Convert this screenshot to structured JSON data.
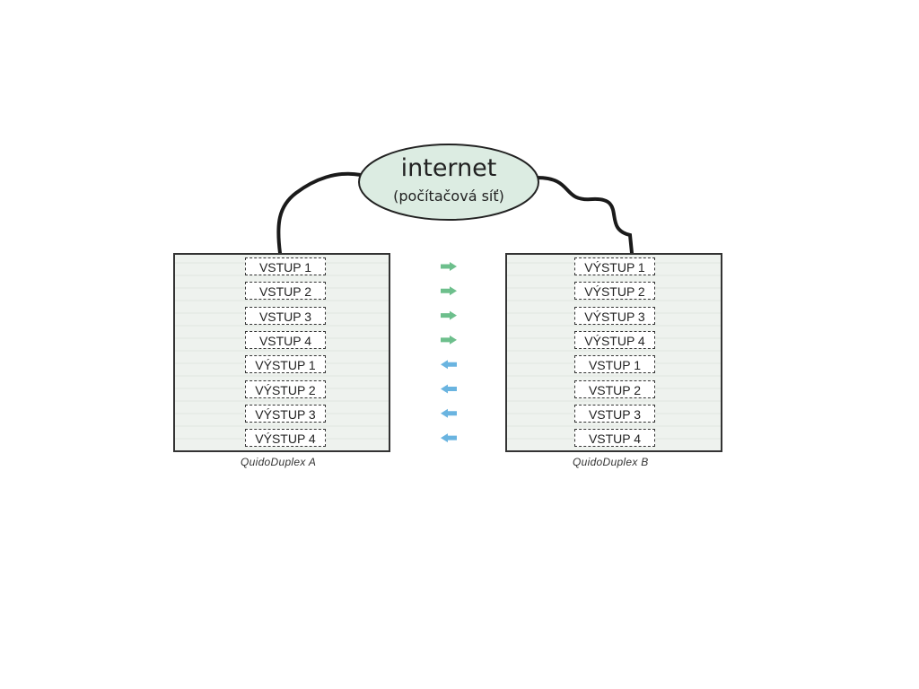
{
  "cloud": {
    "title": "internet",
    "subtitle": "(počítačová síť)"
  },
  "board_a": {
    "name": "QuidoDuplex A",
    "rows": [
      {
        "label": "VSTUP 1",
        "kind": "input"
      },
      {
        "label": "VSTUP 2",
        "kind": "input"
      },
      {
        "label": "VSTUP 3",
        "kind": "input"
      },
      {
        "label": "VSTUP 4",
        "kind": "input"
      },
      {
        "label": "VÝSTUP 1",
        "kind": "output"
      },
      {
        "label": "VÝSTUP 2",
        "kind": "output"
      },
      {
        "label": "VÝSTUP 3",
        "kind": "output"
      },
      {
        "label": "VÝSTUP 4",
        "kind": "output"
      }
    ]
  },
  "board_b": {
    "name": "QuidoDuplex B",
    "rows": [
      {
        "label": "VÝSTUP 1",
        "kind": "output"
      },
      {
        "label": "VÝSTUP 2",
        "kind": "output"
      },
      {
        "label": "VÝSTUP 3",
        "kind": "output"
      },
      {
        "label": "VÝSTUP 4",
        "kind": "output"
      },
      {
        "label": "VSTUP 1",
        "kind": "input"
      },
      {
        "label": "VSTUP 2",
        "kind": "input"
      },
      {
        "label": "VSTUP 3",
        "kind": "input"
      },
      {
        "label": "VSTUP 4",
        "kind": "input"
      }
    ]
  },
  "colors": {
    "green_arrow": "#6dbf8c",
    "blue_arrow": "#6ab4e0",
    "cloud_fill": "#dcece2",
    "line": "#1a1a1a"
  },
  "middle_arrows": [
    "right",
    "right",
    "right",
    "right",
    "left",
    "left",
    "left",
    "left"
  ]
}
